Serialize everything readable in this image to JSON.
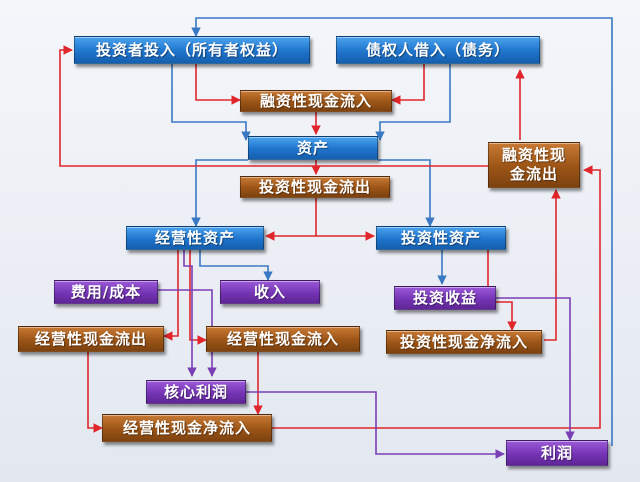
{
  "diagram": {
    "nodes": {
      "investor_input": "投资者投入（所有者权益）",
      "creditor_loan": "债权人借入（债务）",
      "financing_inflow": "融资性现金流入",
      "assets": "资产",
      "financing_outflow": "融资性现金流出",
      "invest_cash_outflow": "投资性现金流出",
      "operating_assets": "经营性资产",
      "investment_assets": "投资性资产",
      "expense_cost": "费用/成本",
      "revenue": "收入",
      "investment_income": "投资收益",
      "operating_cash_outflow": "经营性现金流出",
      "operating_cash_inflow": "经营性现金流入",
      "invest_net_inflow": "投资性现金净流入",
      "core_profit": "核心利润",
      "operating_net_inflow": "经营性现金净流入",
      "profit": "利润"
    },
    "colors": {
      "blue_box": "#1f74cc",
      "brown_box": "#9b5416",
      "purple_box": "#7434b4",
      "red_line": "#e0262b",
      "blue_line": "#3a78c4",
      "purple_line": "#7a3fb5"
    }
  }
}
